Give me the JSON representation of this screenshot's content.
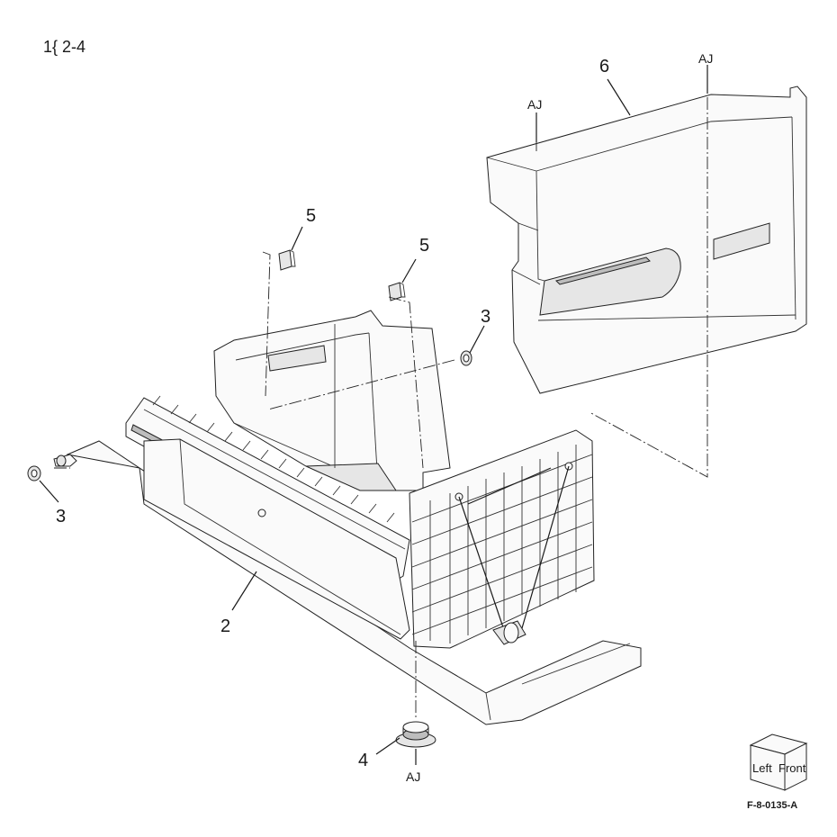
{
  "header": {
    "title": "1{ 2-4"
  },
  "callouts": {
    "c2": "2",
    "c3a": "3",
    "c3b": "3",
    "c4": "4",
    "c5a": "5",
    "c5b": "5",
    "c6": "6"
  },
  "markers": {
    "aj_top_left": "AJ",
    "aj_top_right": "AJ",
    "aj_bottom": "AJ"
  },
  "orientation_cube": {
    "left": "Left",
    "front": "Front"
  },
  "figure_id": "F-8-0135-A"
}
